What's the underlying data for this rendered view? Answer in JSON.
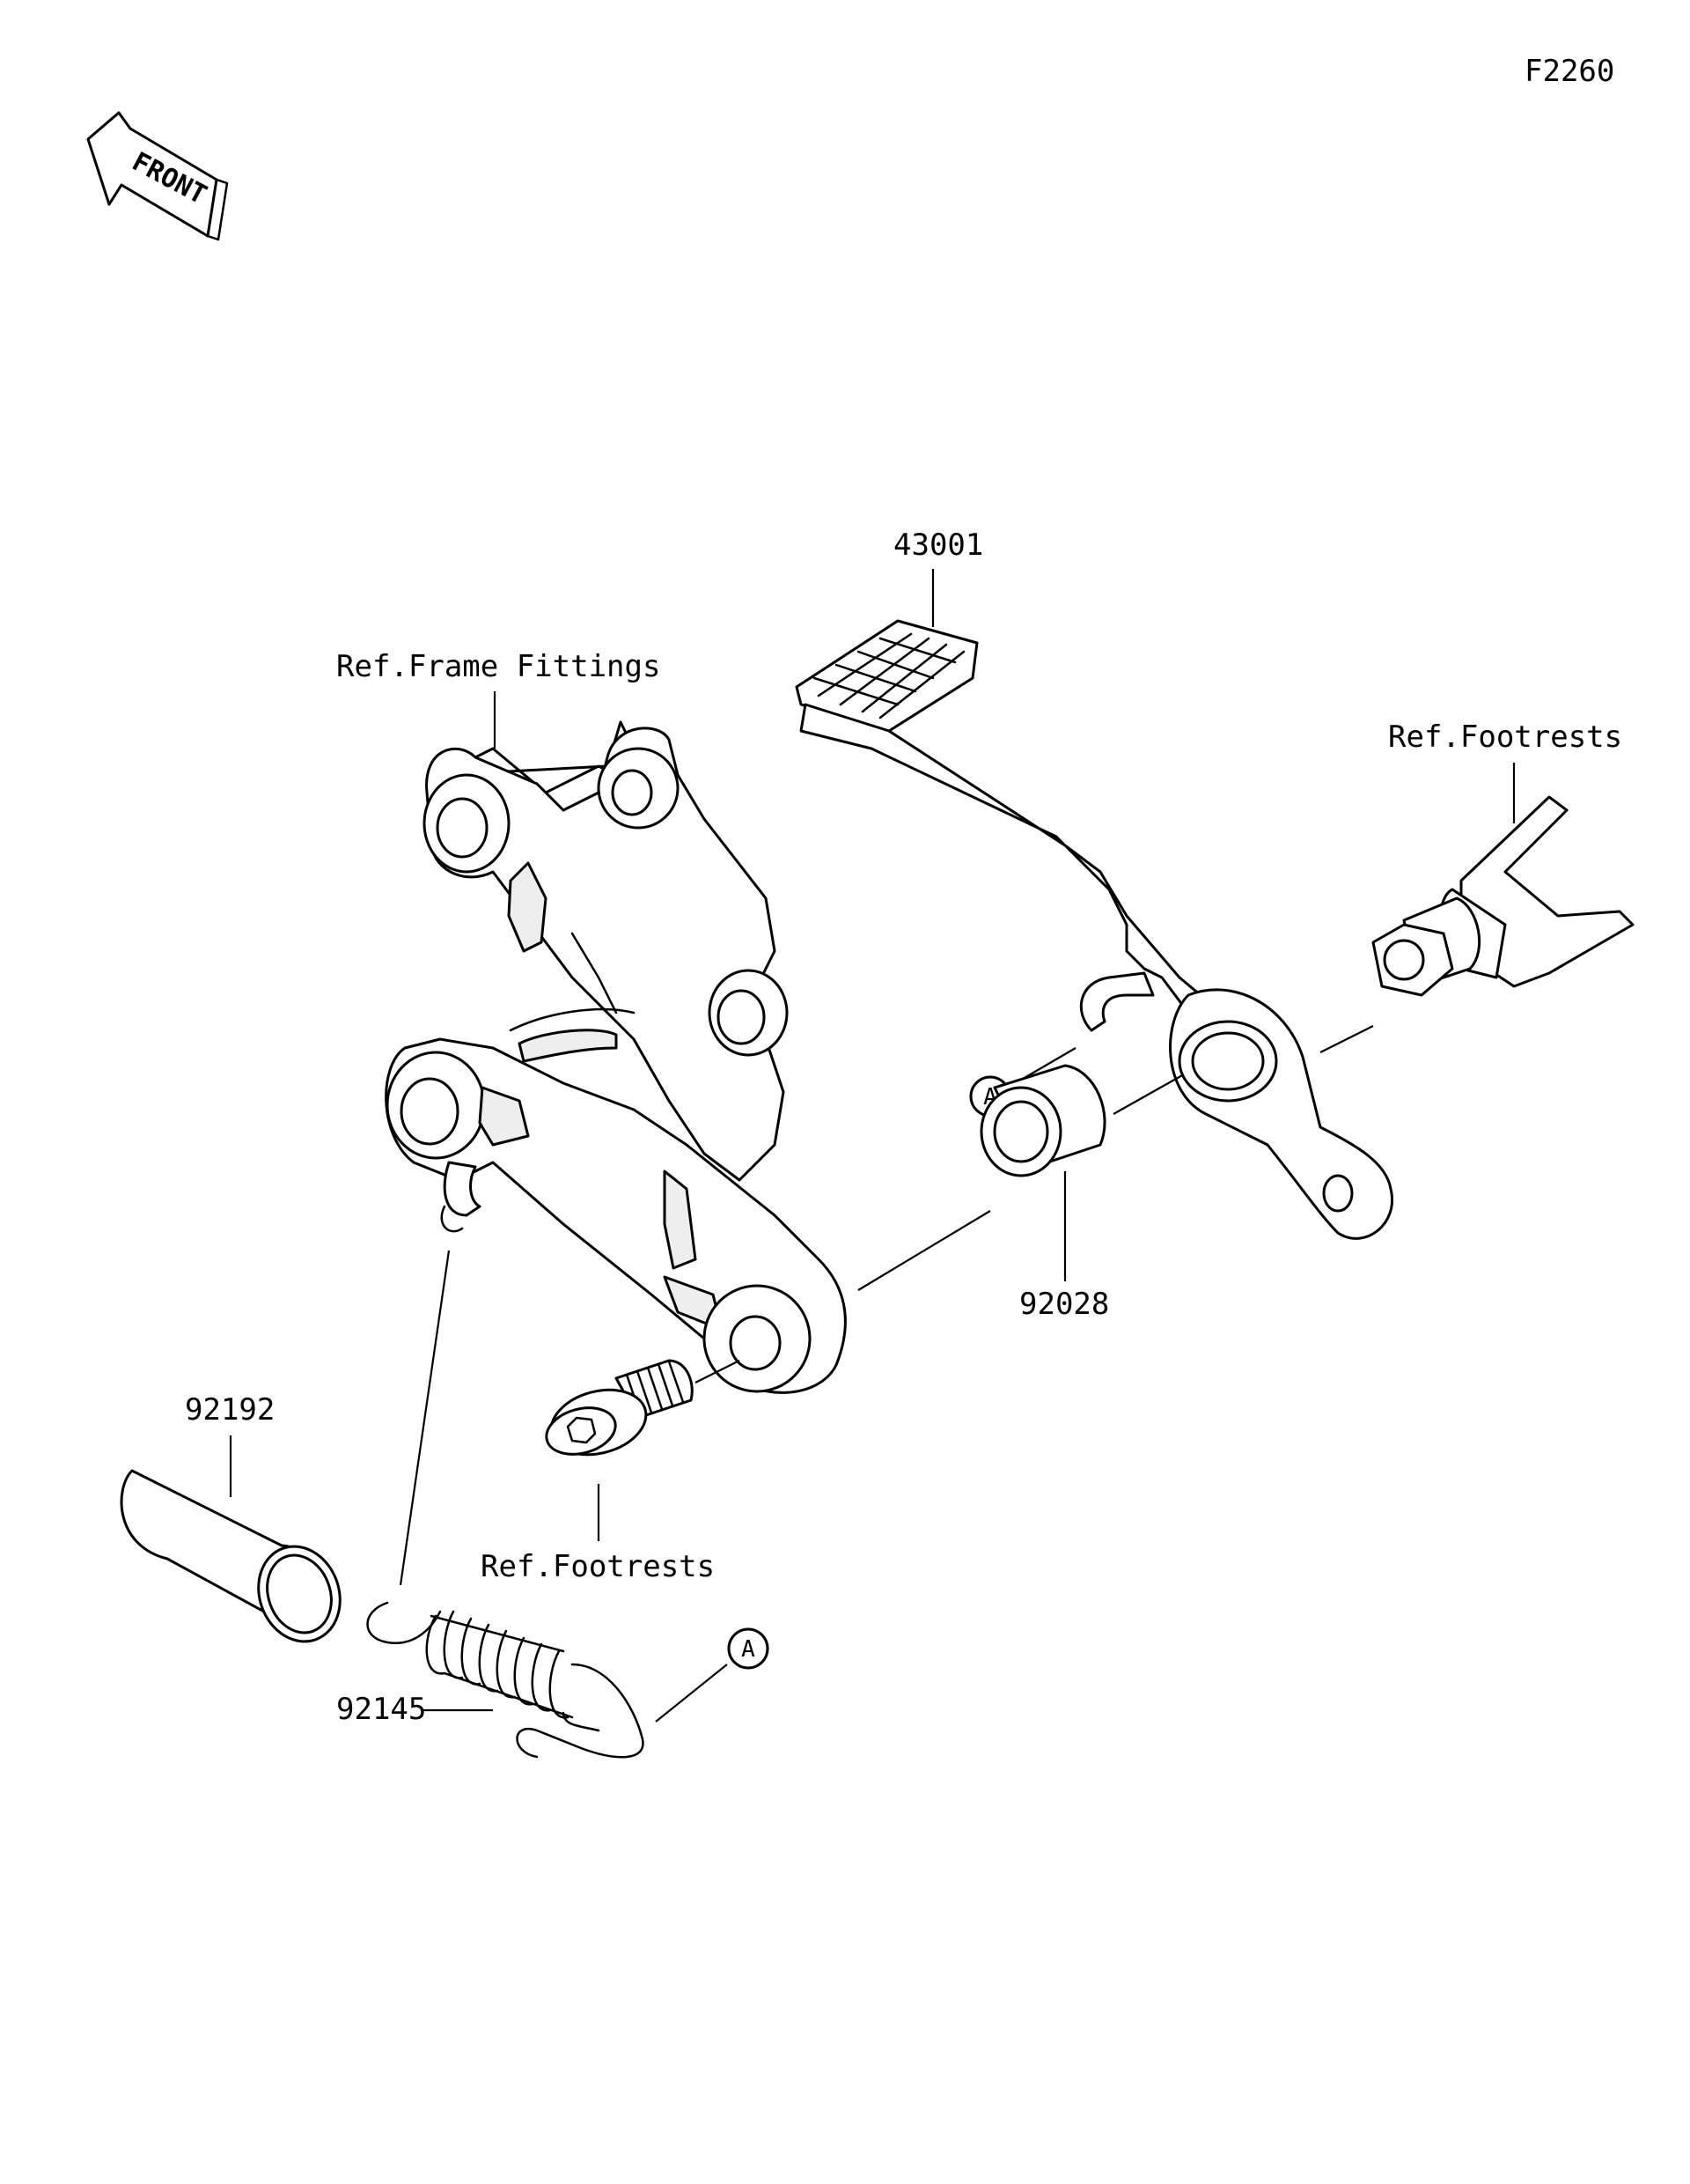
{
  "diagram_code": "F2260",
  "direction_label": "FRONT",
  "parts": {
    "brake_pedal": "43001",
    "bushing": "92028",
    "collar": "92192",
    "spring": "92145"
  },
  "references": {
    "frame_fittings": "Ref.Frame Fittings",
    "footrests_right": "Ref.Footrests",
    "footrests_bolt": "Ref.Footrests"
  },
  "markers": {
    "spring_end": "A",
    "pedal_hook": "A"
  }
}
